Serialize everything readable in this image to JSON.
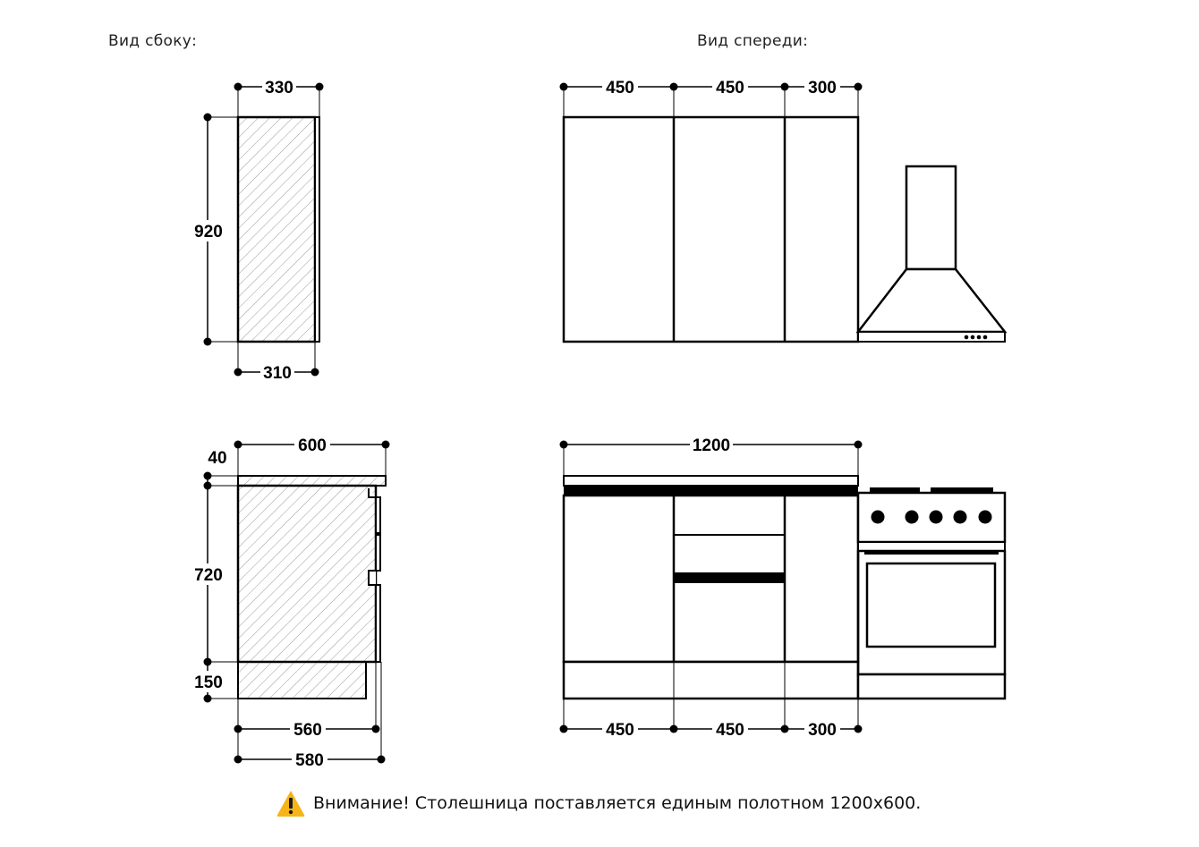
{
  "views": {
    "side_label": "Вид сбоку:",
    "front_label": "Вид спереди:"
  },
  "upper_cabinet": {
    "side_dims": {
      "depth_top": "330",
      "depth_bottom": "310",
      "height": "920"
    },
    "front_dims": {
      "w1": "450",
      "w2": "450",
      "w3": "300"
    }
  },
  "lower_cabinet": {
    "side_dims": {
      "depth_total": "600",
      "countertop": "40",
      "height": "720",
      "plinth": "150",
      "depth_body": "560",
      "depth_with_fronts": "580"
    },
    "front_dims": {
      "total": "1200",
      "w1": "450",
      "w2": "450",
      "w3": "300"
    }
  },
  "warning": {
    "icon": "warning-triangle-icon",
    "color": "#f5b518",
    "text": "Внимание! Столешница поставляется единым полотном 1200х600."
  }
}
